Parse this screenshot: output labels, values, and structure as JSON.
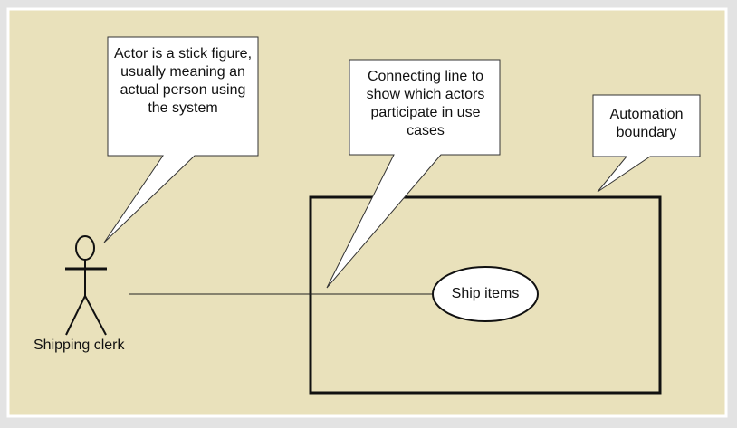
{
  "callouts": {
    "actor_note": "Actor is a stick figure, usually meaning an actual person using the system",
    "line_note": "Connecting line to show which actors participate in use cases",
    "boundary_note": "Automation boundary"
  },
  "actor": {
    "label": "Shipping clerk"
  },
  "use_case": {
    "label": "Ship items"
  },
  "colors": {
    "background": "#e9e1bb",
    "border": "#ffffff",
    "stroke": "#111111"
  }
}
